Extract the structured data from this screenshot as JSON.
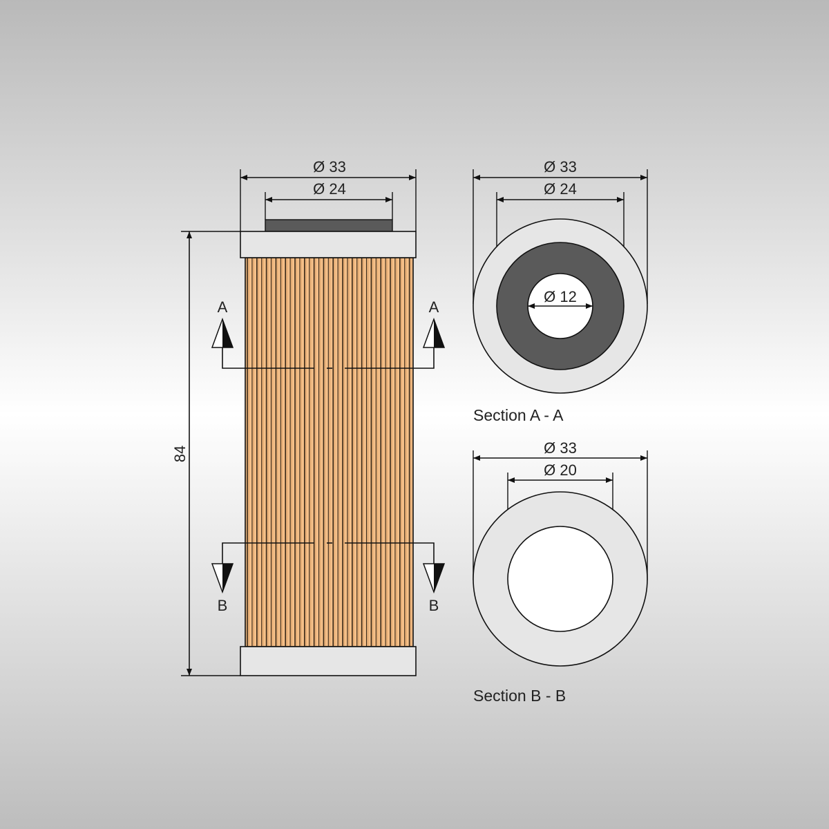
{
  "colors": {
    "background_mid": "#ffffff",
    "background_edge": "#b9b9b9",
    "end_cap_fill": "#e6e6e6",
    "seal_fill": "#5a5a5a",
    "pleat_light": "#f5c089",
    "pleat_dark": "#c98a50",
    "section_outer_fill": "#e6e6e6",
    "section_a_ring_fill": "#5a5a5a"
  },
  "side_view": {
    "dim_outer": "Ø 33",
    "dim_seal": "Ø 24",
    "dim_height": "84",
    "section_a_left_label": "A",
    "section_a_right_label": "A",
    "section_b_left_label": "B",
    "section_b_right_label": "B"
  },
  "section_a": {
    "title": "Section A - A",
    "dim_outer": "Ø 33",
    "dim_ring": "Ø 24",
    "dim_bore": "Ø 12"
  },
  "section_b": {
    "title": "Section B - B",
    "dim_outer": "Ø 33",
    "dim_inner": "Ø 20"
  }
}
